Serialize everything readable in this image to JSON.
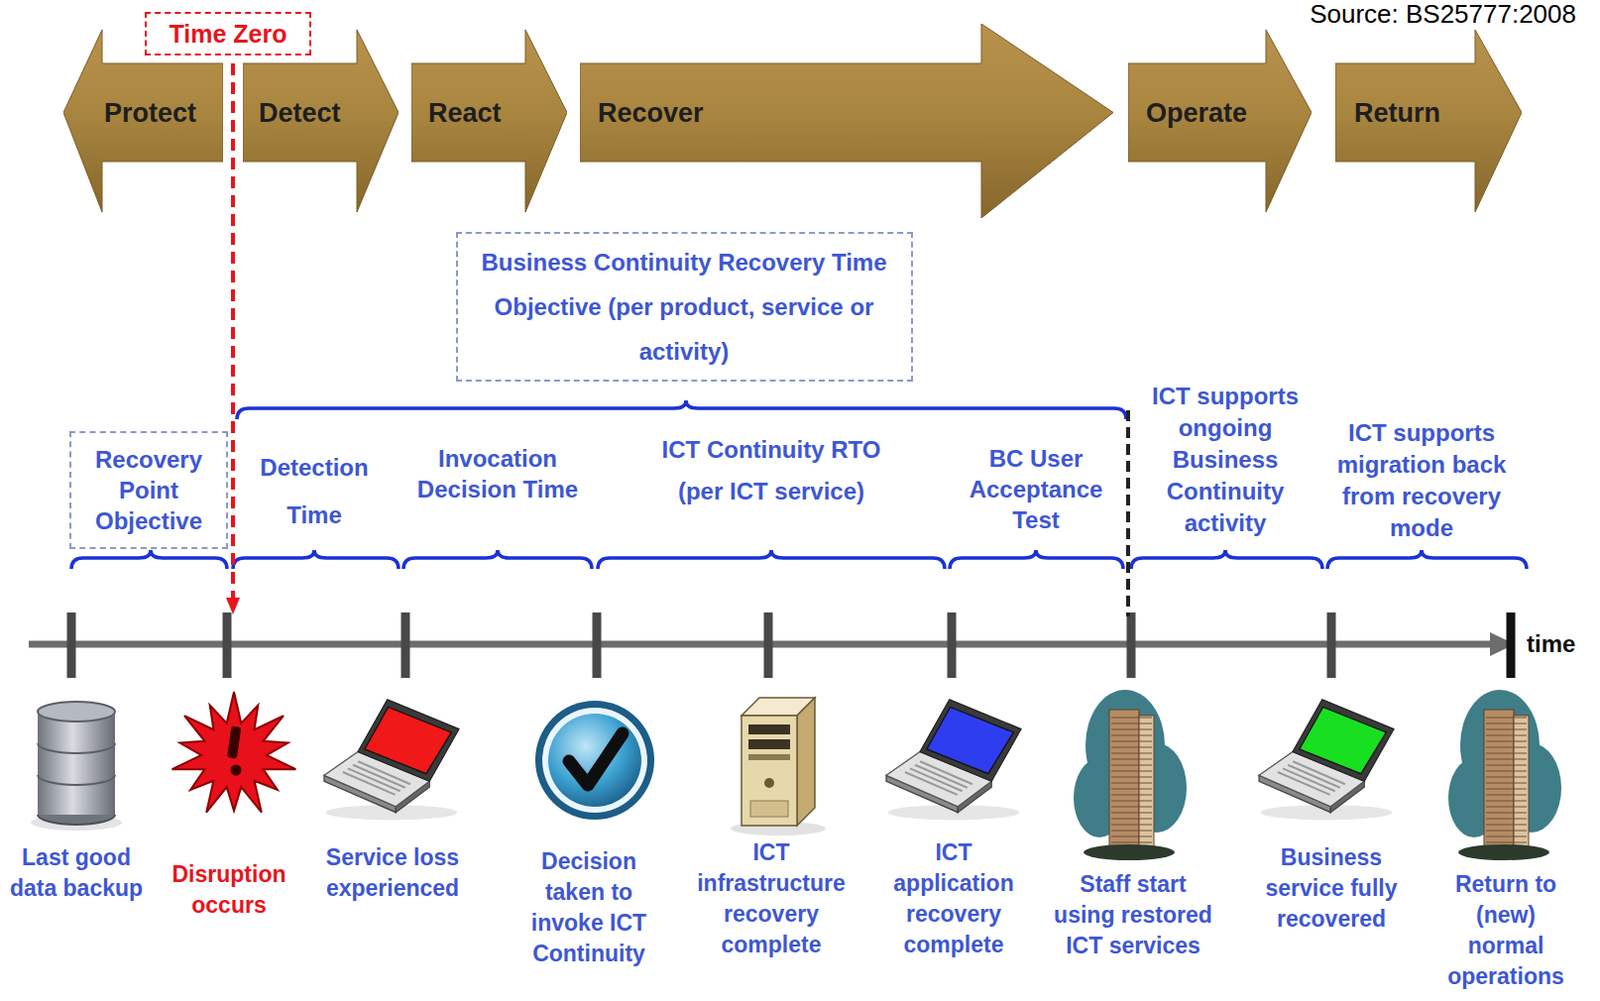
{
  "diagram": {
    "nodes": [
      {
        "text": [
          "Time Zero"
        ]
      },
      {
        "text": [
          "Protect"
        ]
      },
      {
        "text": [
          "Detect"
        ]
      },
      {
        "text": [
          "React"
        ]
      },
      {
        "text": [
          "Recover"
        ]
      },
      {
        "text": [
          "Operate"
        ]
      },
      {
        "text": [
          "Return"
        ]
      },
      {
        "text": [
          "Business Continuity Recovery Time Objective (per product, service or activity)"
        ]
      },
      {
        "text": [
          "Recovery Point Objective"
        ]
      }
    ],
    "labels": [
      "Source: BS25777:2008",
      "Detection Time",
      "Invocation Decision Time",
      "ICT Continuity RTO (per ICT service)",
      "BC User Acceptance Test",
      "ICT supports ongoing Business Continuity activity",
      "ICT supports migration back from recovery mode",
      "time",
      "Last good data backup",
      "Disruption occurs",
      "Service loss experienced",
      "Decision taken to invoke ICT Continuity",
      "ICT infrastructure recovery complete",
      "ICT application recovery complete",
      "Staff start using restored ICT services",
      "Business service fully recovered",
      "Return to (new) normal operations"
    ]
  }
}
